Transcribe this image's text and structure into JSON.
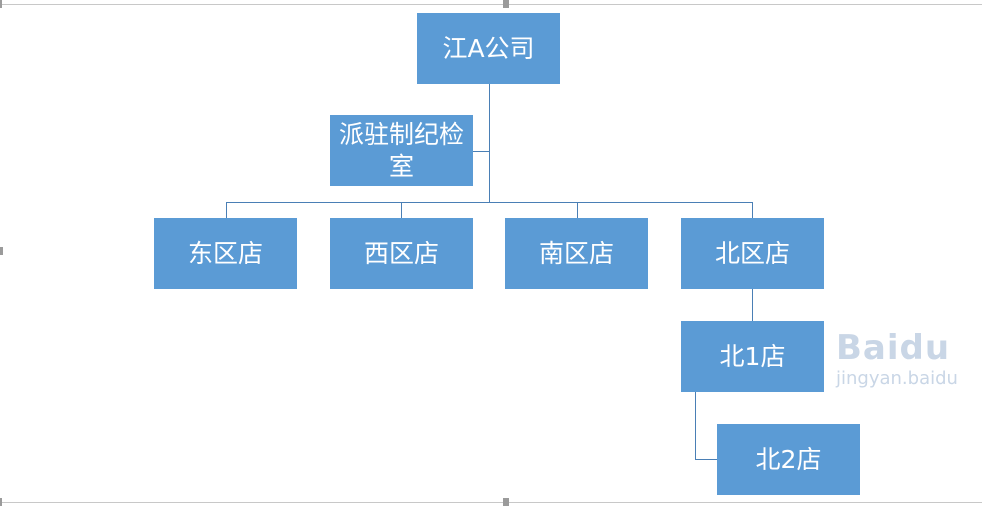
{
  "diagram": {
    "root": "江A公司",
    "assistant": "派驻制纪检室",
    "branches": [
      "东区店",
      "西区店",
      "南区店",
      "北区店"
    ],
    "north_sub": [
      "北1店",
      "北2店"
    ]
  },
  "colors": {
    "box": "#5b9bd5",
    "connector": "#4a7fb5"
  },
  "watermark": {
    "logo": "Baidu",
    "site": "jingyan.baidu"
  }
}
